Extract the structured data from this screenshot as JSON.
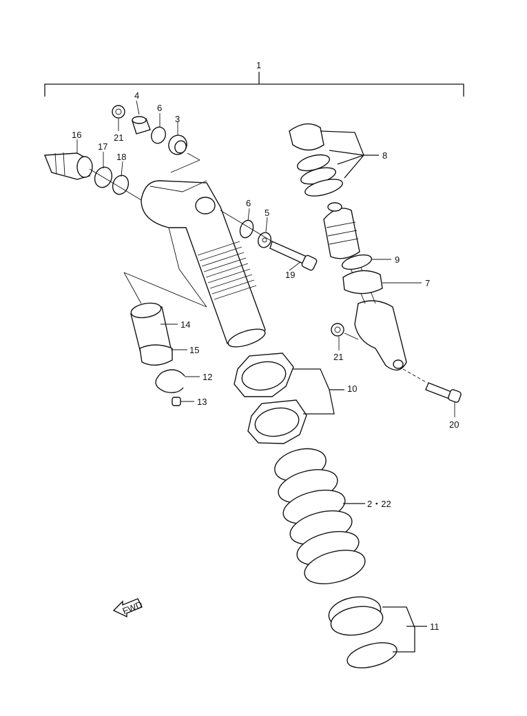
{
  "callouts": {
    "c1": "1",
    "c2_22": "2・22",
    "c3": "3",
    "c4": "4",
    "c5": "5",
    "c6a": "6",
    "c6b": "6",
    "c7": "7",
    "c8": "8",
    "c9": "9",
    "c10": "10",
    "c11": "11",
    "c12": "12",
    "c13": "13",
    "c14": "14",
    "c15": "15",
    "c16": "16",
    "c17": "17",
    "c18": "18",
    "c19": "19",
    "c20": "20",
    "c21a": "21",
    "c21b": "21"
  },
  "fwd_marker": "FWD"
}
